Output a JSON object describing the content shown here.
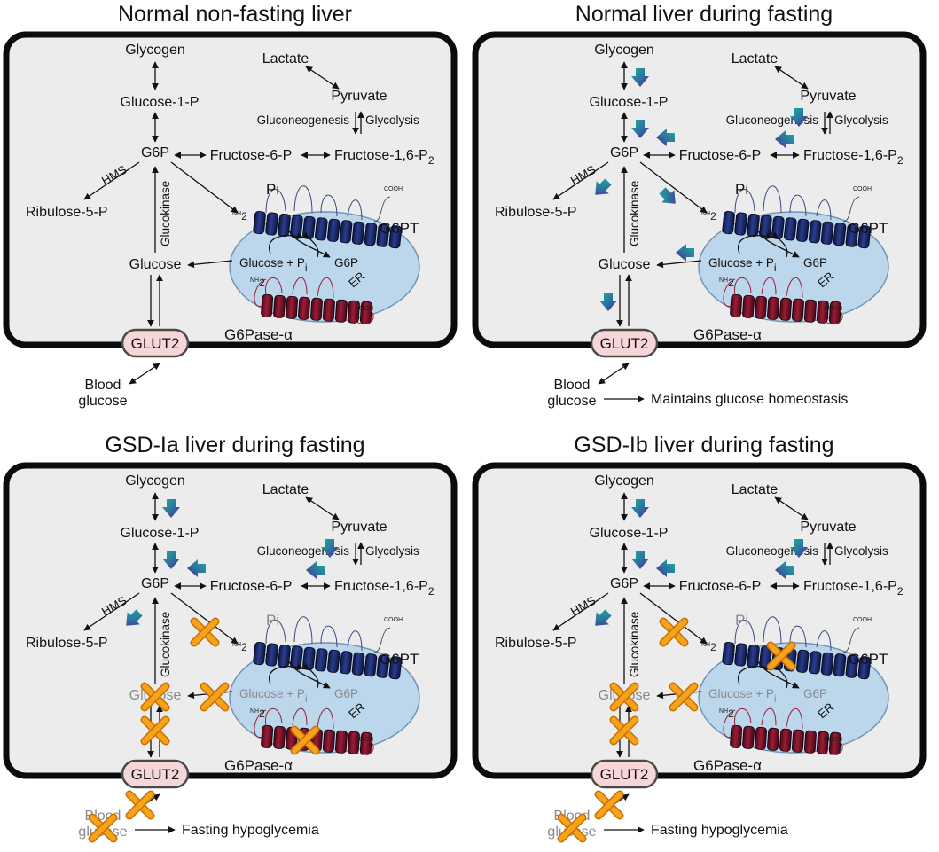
{
  "panels": [
    {
      "title": "Normal non-fasting liver",
      "outcome": "",
      "status": "normal-fed",
      "regulation_arrows": [],
      "blocked_steps": []
    },
    {
      "title": "Normal liver during fasting",
      "outcome": "Maintains glucose homeostasis",
      "status": "normal-fasting",
      "regulation_arrows": [
        "glycogen-breakdown",
        "glucose-1-p-to-g6p",
        "gluconeogenesis",
        "fructose-6-p-to-g6p",
        "fructose-bisphosphate-to-fructose-6-p",
        "hms-reduced",
        "g6p-transport",
        "glucose-release",
        "glucose-export"
      ],
      "blocked_steps": []
    },
    {
      "title": "GSD-Ia liver during fasting",
      "outcome": "Fasting hypoglycemia",
      "status": "gsd-ia",
      "regulation_arrows": [
        "glycogen-breakdown",
        "glucose-1-p-to-g6p",
        "gluconeogenesis",
        "fructose-6-p-to-g6p",
        "fructose-bisphosphate-to-fructose-6-p",
        "hms-reduced"
      ],
      "blocked_steps": [
        "g6p-transport",
        "glucose-release",
        "glucose",
        "glucose-export",
        "g6pase-alpha",
        "blood-glucose-exchange",
        "blood-glucose"
      ]
    },
    {
      "title": "GSD-Ib liver during fasting",
      "outcome": "Fasting hypoglycemia",
      "status": "gsd-ib",
      "regulation_arrows": [
        "glycogen-breakdown",
        "glucose-1-p-to-g6p",
        "gluconeogenesis",
        "fructose-6-p-to-g6p",
        "fructose-bisphosphate-to-fructose-6-p",
        "hms-reduced"
      ],
      "blocked_steps": [
        "g6p-transport",
        "g6pt",
        "glucose-release",
        "glucose",
        "glucose-export",
        "blood-glucose-exchange",
        "blood-glucose"
      ]
    }
  ],
  "labels": {
    "glycogen": "Glycogen",
    "glucose_1_p": "Glucose-1-P",
    "g6p": "G6P",
    "fructose_6_p": "Fructose-6-P",
    "fructose_bis": "Fructose-1,6-P",
    "fructose_bis_sub": "2",
    "lactate": "Lactate",
    "pyruvate": "Pyruvate",
    "gluconeogenesis": "Gluconeogenesis",
    "glycolysis": "Glycolysis",
    "hms": "HMS",
    "ribulose": "Ribulose-5-P",
    "glucokinase": "Glucokinase",
    "glucose": "Glucose",
    "pi": "Pi",
    "g6pt": "G6PT",
    "er_glucose": "Glucose + P",
    "er_glucose_sub": "i",
    "er_g6p": "G6P",
    "er": "ER",
    "g6pase": "G6Pase-α",
    "glut2": "GLUT2",
    "blood": "Blood",
    "glucose_word": "glucose",
    "nh2": "NH",
    "nh2_sub": "2",
    "cooh": "COOH"
  },
  "colors": {
    "cell_fill": "#ececec",
    "cell_border": "#0b0b0b",
    "er_fill": "#bcd6ec",
    "g6pt_barrel": "#1a2a6c",
    "g6pase_barrel": "#7a1226",
    "glut2_fill": "#f6d6d6",
    "arrow_teal": "#19b39a",
    "arrow_purple": "#4b1d8f",
    "block_x": "#f7a21b",
    "dimmed_text": "#8a8a8a"
  }
}
